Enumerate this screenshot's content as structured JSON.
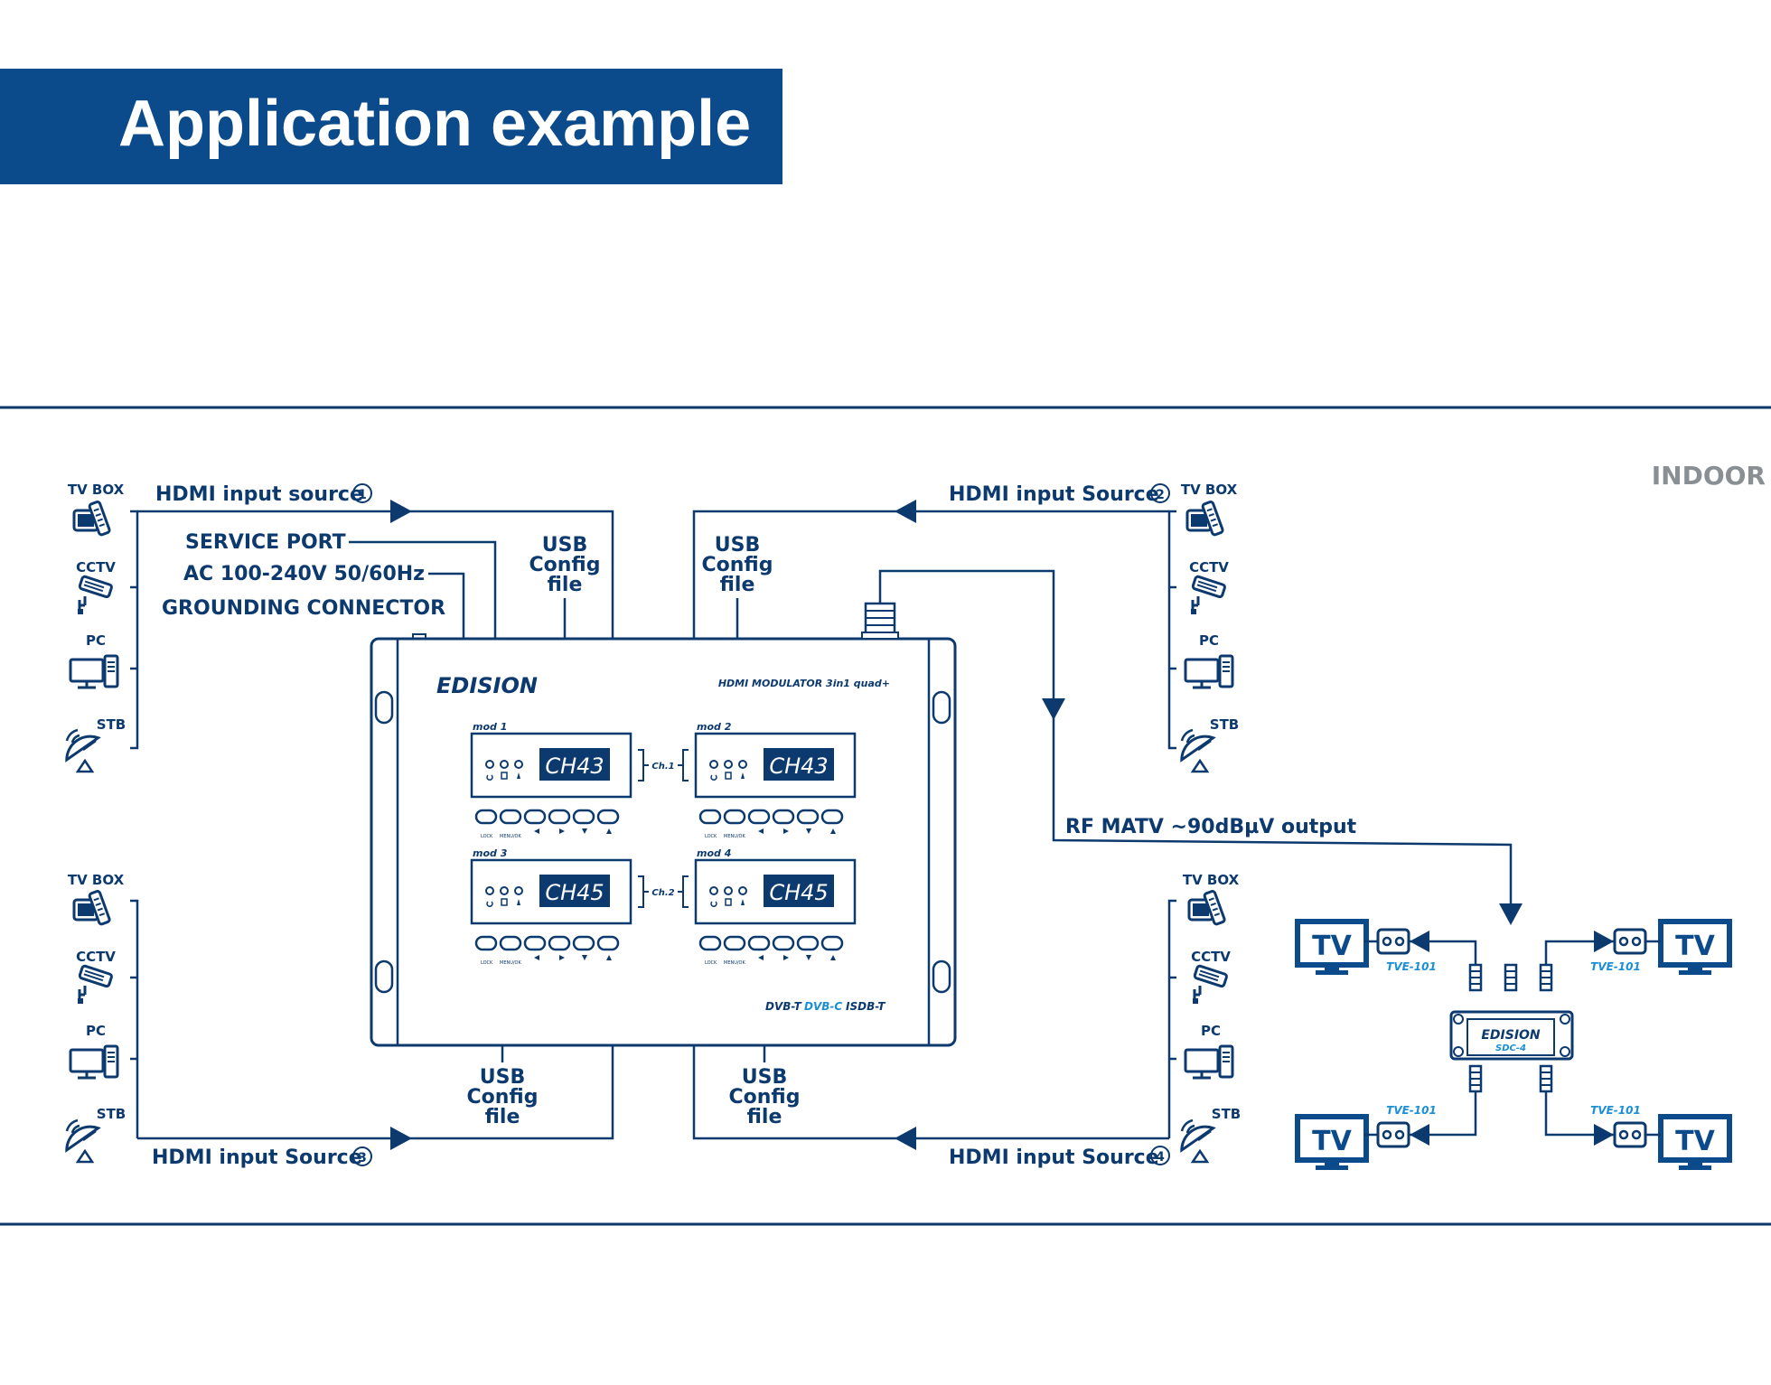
{
  "title": "Application example",
  "indoor": "INDOOR",
  "sources": {
    "s1": "HDMI input source",
    "s2": "HDMI input Source",
    "s3": "HDMI input Source",
    "s4": "HDMI input Source",
    "n1": "1",
    "n2": "2",
    "n3": "3",
    "n4": "4"
  },
  "device_groups": {
    "tvbox": "TV BOX",
    "cctv": "CCTV",
    "pc": "PC",
    "stb": "STB"
  },
  "ports": {
    "service": "SERVICE PORT",
    "ac": "AC 100-240V 50/60Hz",
    "ground": "GROUNDING CONNECTOR"
  },
  "usb": {
    "l1": "USB",
    "l2": "Config",
    "l3": "file"
  },
  "rf_output": "RF MATV ~90dBµV output",
  "modulator": {
    "brand": "EDISION",
    "model": "HDMI MODULATOR 3in1 quad+",
    "mods": [
      {
        "name": "mod 1",
        "display": "CH43"
      },
      {
        "name": "mod 2",
        "display": "CH43"
      },
      {
        "name": "mod 3",
        "display": "CH45"
      },
      {
        "name": "mod 4",
        "display": "CH45"
      }
    ],
    "ch1": "Ch.1",
    "ch2": "Ch.2",
    "btn_lock": "LOCK",
    "btn_menu": "MENU/OK",
    "std1": "DVB-T",
    "std2": "DVB-C",
    "std3": "ISDB-T"
  },
  "splitter": {
    "brand": "EDISION",
    "model": "SDC-4"
  },
  "outlet": "TVE-101",
  "tv": "TV",
  "colors": {
    "navy": "#0b4a8b",
    "dark": "#0d3a6e",
    "accent": "#1a8fd6"
  }
}
